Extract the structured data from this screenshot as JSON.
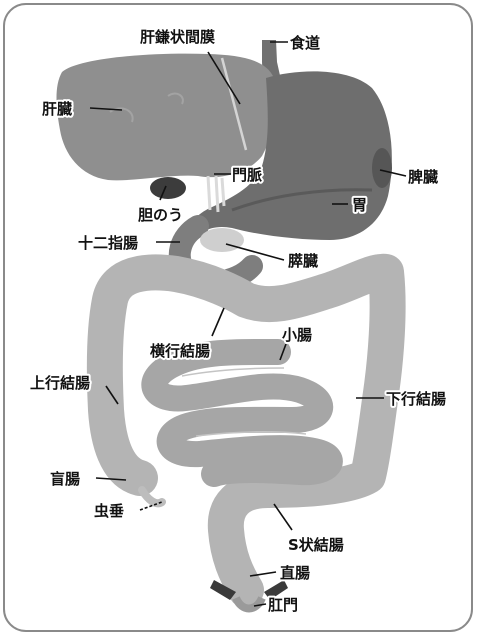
{
  "labels": {
    "falciform_ligament": "肝鎌状間膜",
    "esophagus": "食道",
    "liver": "肝臓",
    "portal_vein": "門脈",
    "spleen": "脾臓",
    "gallbladder": "胆のう",
    "stomach": "胃",
    "duodenum": "十二指腸",
    "pancreas": "膵臓",
    "small_intestine": "小腸",
    "transverse_colon": "横行結腸",
    "ascending_colon": "上行結腸",
    "descending_colon": "下行結腸",
    "cecum": "盲腸",
    "appendix": "虫垂",
    "sigmoid_colon": "S状結腸",
    "rectum": "直腸",
    "anus": "肛門"
  },
  "colors": {
    "frame": "#8a8a8a",
    "liver": "#8f8f8f",
    "stomach": "#6e6e6e",
    "colon": "#b4b4b4",
    "small_intestine": "#a6a6a6",
    "gallbladder": "#3c3c3c",
    "pancreas": "#cfcfcf"
  }
}
